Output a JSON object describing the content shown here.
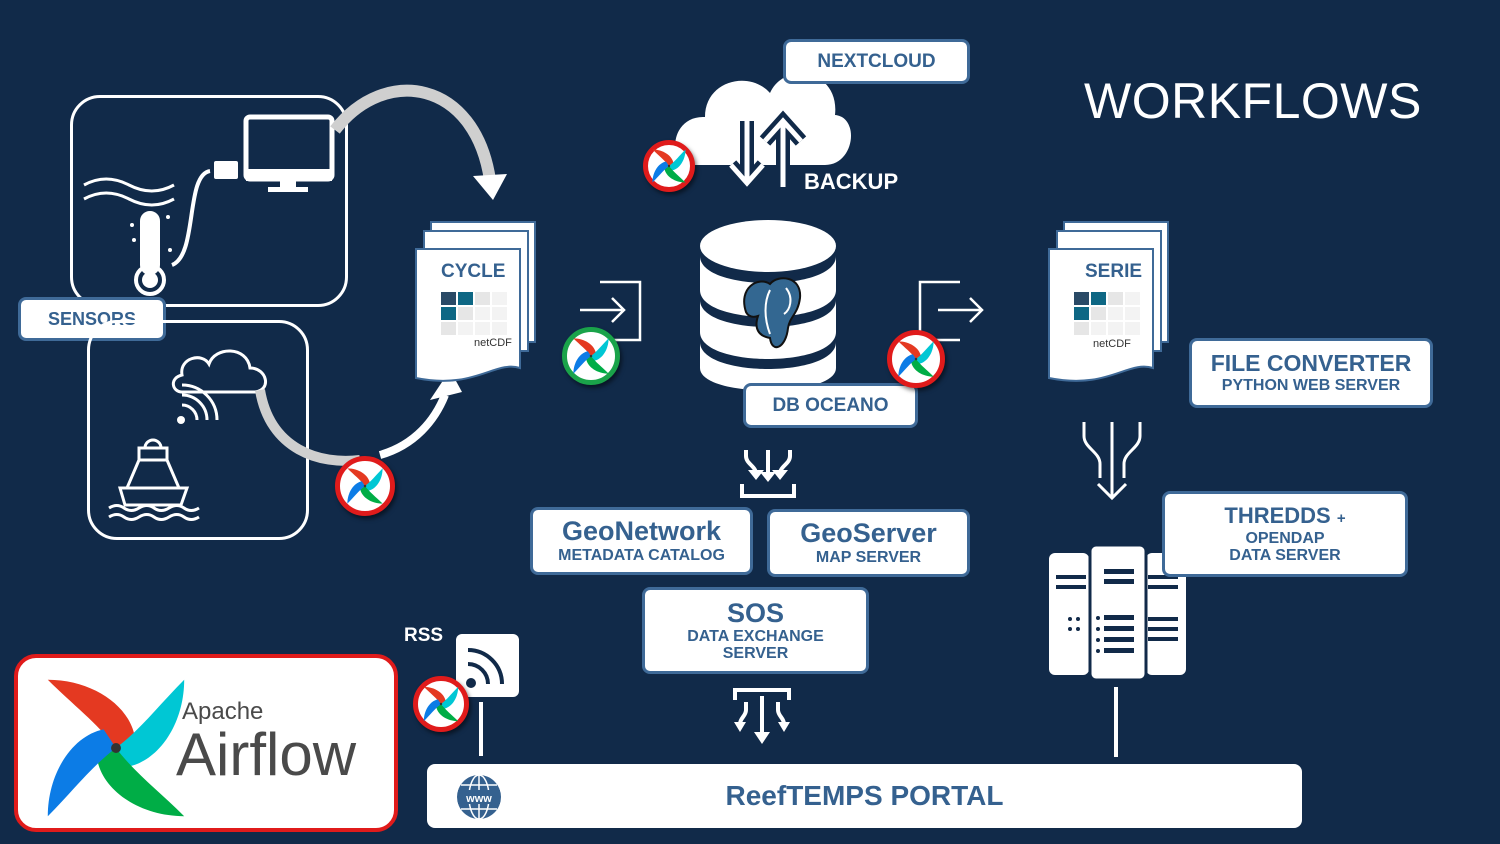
{
  "title": "WORKFLOWS",
  "sensors": {
    "label": "SENSORS"
  },
  "files": {
    "cycle": {
      "label": "CYCLE",
      "format": "netCDF"
    },
    "serie": {
      "label": "SERIE",
      "format": "netCDF"
    }
  },
  "cloud": {
    "service": "NEXTCLOUD",
    "action": "BACKUP"
  },
  "database": {
    "label": "DB OCEANO",
    "engine_icon": "postgresql-elephant-icon"
  },
  "file_converter": {
    "title": "FILE CONVERTER",
    "subtitle": "PYTHON WEB SERVER"
  },
  "thredds": {
    "title": "THREDDS",
    "plus": "+",
    "line2": "OPENDAP",
    "line3": "DATA SERVER"
  },
  "geonetwork": {
    "title": "GeoNetwork",
    "subtitle": "METADATA CATALOG"
  },
  "geoserver": {
    "title": "GeoServer",
    "subtitle": "MAP SERVER"
  },
  "sos": {
    "title": "SOS",
    "line2": "DATA EXCHANGE",
    "line3": "SERVER"
  },
  "rss": {
    "label": "RSS"
  },
  "portal": {
    "label": "ReefTEMPS PORTAL",
    "icon": "www-globe-icon"
  },
  "airflow_logo": {
    "line1": "Apache",
    "line2": "Airflow"
  },
  "colors": {
    "background": "#112a49",
    "box_border": "#3f6a98",
    "box_text": "#35618f",
    "badge_red": "#e01b1b",
    "badge_green": "#1aa34a"
  },
  "airflow_badges": [
    {
      "location": "backup",
      "status": "red"
    },
    {
      "location": "ingest-cycle",
      "status": "green"
    },
    {
      "location": "export-serie",
      "status": "red"
    },
    {
      "location": "sensor-buoy",
      "status": "red"
    },
    {
      "location": "rss",
      "status": "red"
    }
  ]
}
